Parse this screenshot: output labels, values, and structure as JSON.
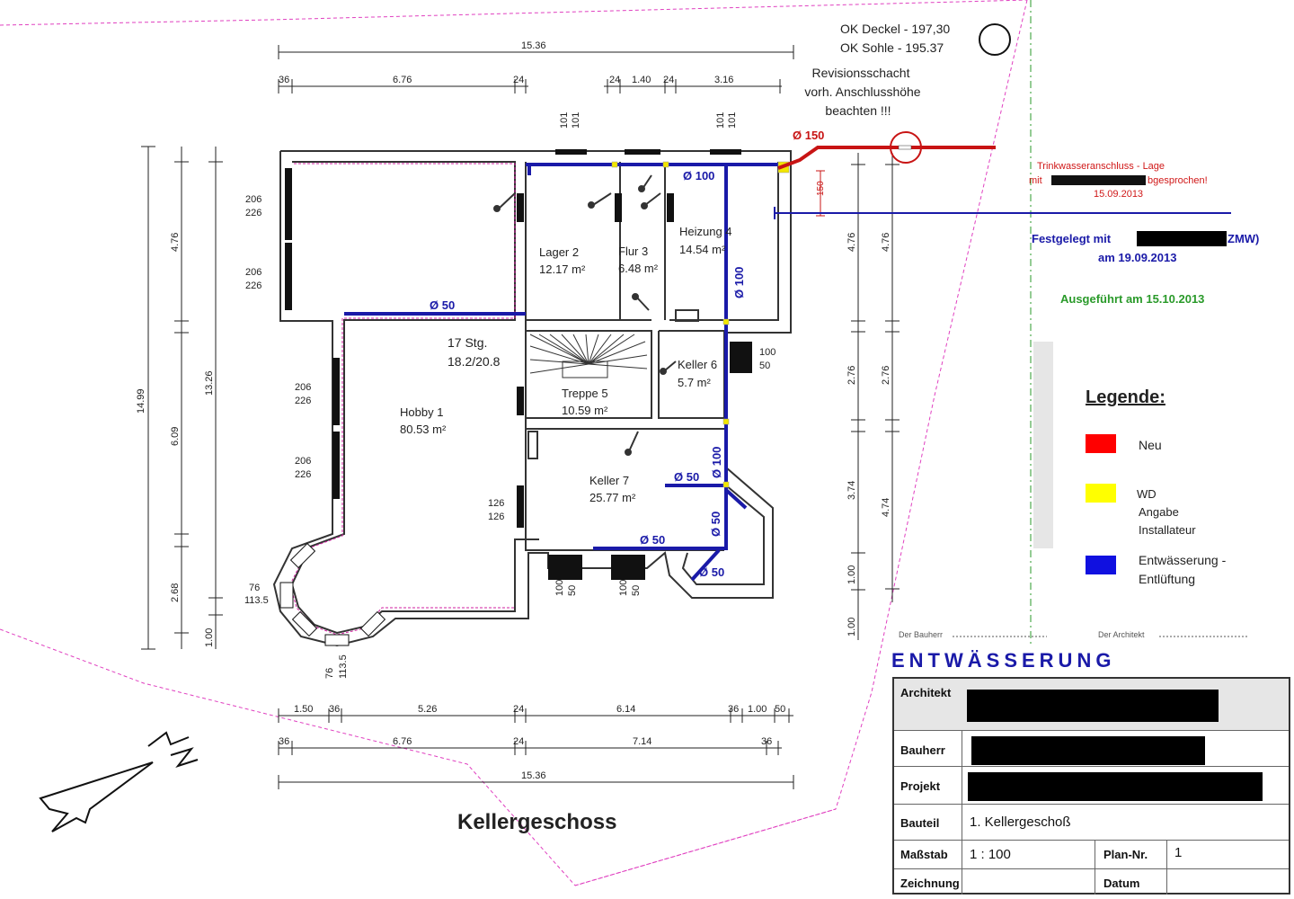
{
  "header": {
    "ok_deckel": "OK Deckel  -  197,30",
    "ok_sohle": "OK Sohle   -  195.37",
    "revision_line1": "Revisionsschacht",
    "revision_line2": "vorh. Anschlusshöhe",
    "revision_line3": "beachten !!!"
  },
  "notes": {
    "trinkwasser_line1": "Trinkwasseranschluss - Lage",
    "trinkwasser_line2a": "mit",
    "trinkwasser_line2b": "bgesprochen!",
    "trinkwasser_date": "15.09.2013",
    "festgelegt_a": "Festgelegt mit",
    "festgelegt_b": "ZMW)",
    "festgelegt_date": "am 19.09.2013",
    "ausgefuehrt": "Ausgeführt am 15.10.2013"
  },
  "pipes": {
    "d150": "Ø 150",
    "d100_top": "Ø 100",
    "d100_right": "Ø 100",
    "d100_lower": "Ø 100",
    "d50_hobby": "Ø 50",
    "d50_keller7": "Ø 50",
    "d50_bottom": "Ø 50",
    "d50_vert": "Ø 50",
    "d50_bay": "Ø 50",
    "d150_vert": "150"
  },
  "rooms": [
    {
      "name": "Hobby 1",
      "area": "80.53 m²"
    },
    {
      "name": "Lager 2",
      "area": "12.17 m²"
    },
    {
      "name": "Flur 3",
      "area": "6.48 m²"
    },
    {
      "name": "Heizung 4",
      "area": "14.54 m²"
    },
    {
      "name": "Treppe 5",
      "area": "10.59 m²"
    },
    {
      "name": "Keller 6",
      "area": "5.7 m²"
    },
    {
      "name": "Keller 7",
      "area": "25.77 m²"
    }
  ],
  "stairs": {
    "line1": "17 Stg.",
    "line2": "18.2/20.8"
  },
  "dimensions": {
    "top_total": "15.36",
    "top_a": "36",
    "top_b": "6.76",
    "top_c": "24",
    "top_d": "24",
    "top_e": "1.40",
    "top_f": "24",
    "top_g": "3.16",
    "left_total": "14.99",
    "left_inner": "13.26",
    "left_a": "4.76",
    "left_b": "6.09",
    "left_c": "2.68",
    "left_d": "1.00",
    "right_a": "4.76",
    "right_b": "4.76",
    "right_c": "2.76",
    "right_d": "2.76",
    "right_e": "3.74",
    "right_f": "4.74",
    "right_g": "1.00",
    "right_h": "1.00",
    "bottom_a": "1.50",
    "bottom_b": "36",
    "bottom_c": "5.26",
    "bottom_d": "24",
    "bottom_e": "6.14",
    "bottom_f": "36",
    "bottom_g": "1.00",
    "bottom_h": "50",
    "bottom2_a": "36",
    "bottom2_b": "6.76",
    "bottom2_c": "24",
    "bottom2_d": "7.14",
    "bottom2_e": "36",
    "bottom_total": "15.36",
    "win_206": "206",
    "win_226": "226",
    "win_126": "126",
    "win_76": "76",
    "win_1135": "113.5",
    "win_100": "100",
    "win_50": "50",
    "win_101": "101"
  },
  "title": "Kellergeschoss",
  "legend": {
    "heading": "Legende:",
    "items": [
      {
        "label1": "Neu",
        "label2": "",
        "label3": "",
        "color": "#ff0000"
      },
      {
        "label1": "WD",
        "label2": "Angabe",
        "label3": "Installateur",
        "color": "#ffff00"
      },
      {
        "label1": "Entwässerung -",
        "label2": "Entlüftung",
        "label3": "",
        "color": "#0000ff"
      }
    ]
  },
  "titleblock": {
    "bauherr_sig": "Der Bauherr",
    "architekt_sig": "Der Architekt",
    "heading": "ENTWÄSSERUNG",
    "architekt_key": "Architekt",
    "bauherr_key": "Bauherr",
    "projekt_key": "Projekt",
    "bauteil_key": "Bauteil",
    "bauteil_val": "1. Kellergeschoß",
    "massstab_key": "Maßstab",
    "massstab_val": "1 : 100",
    "plannr_key": "Plan-Nr.",
    "plannr_val": "1",
    "zeichnung_key": "Zeichnung",
    "datum_key": "Datum"
  },
  "colors": {
    "pipe_blue": "#1a1aa8",
    "pipe_red": "#c81414",
    "wall": "#333333",
    "boundary": "#e040c0",
    "green": "#2a9a2a",
    "legend_blue": "#1010e0"
  }
}
